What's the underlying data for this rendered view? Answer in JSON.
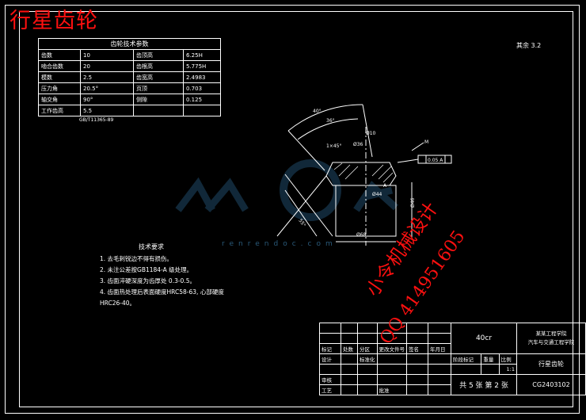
{
  "banner": "行星齿轮",
  "param_table": {
    "caption": "齿轮技术参数",
    "rows": [
      [
        "齿数",
        "10",
        "齿顶高",
        "6.25H"
      ],
      [
        "啮合齿数",
        "20",
        "齿根高",
        "5.775H"
      ],
      [
        "模数",
        "2.5",
        "齿宽高",
        "2.4983"
      ],
      [
        "压力角",
        "20.5°",
        "页顶",
        "0.703"
      ],
      [
        "轴交角",
        "90°",
        "侧隙",
        "0.125"
      ],
      [
        "工作齿高",
        "5.5",
        "",
        ""
      ]
    ],
    "standard": "GB/T11365-89"
  },
  "surface_finish": "其余 3.2",
  "drawing": {
    "dims": [
      "40°",
      "36°",
      "1×45°",
      "Ø36",
      "Ø68",
      "Ø44",
      "55°",
      "Ø46",
      "0.05 A",
      "A",
      "Ø10",
      "M",
      "Ø"
    ]
  },
  "notes": {
    "title": "技术要求",
    "items": [
      "1. 去毛刺锐边不得有损伤。",
      "2. 未注公差按GB1184-A 级处理。",
      "3. 齿面淬硬深度为齿厚处 0.3-0.5。",
      "4. 齿面热处理后表面硬度HRC58-63, 心部硬度",
      "   HRC26-40。"
    ]
  },
  "title_block": {
    "material": "40cr",
    "school_1": "某某工程学院",
    "school_2": "汽车与交通工程学院",
    "part_name": "行星齿轮",
    "drawing_no": "CG2403102",
    "sheets": "共 5 张  第 2 张",
    "scale": "1:1",
    "labels": [
      "标记",
      "处数",
      "分区",
      "更改文件号",
      "签名",
      "年月日",
      "设计",
      "标准化",
      "审核",
      "工艺",
      "批准",
      "阶段标记",
      "重量",
      "比例"
    ]
  },
  "watermarks": {
    "cn": "小令机械设计",
    "qq": "QQ 414951605",
    "url": "renrendoc.com"
  }
}
